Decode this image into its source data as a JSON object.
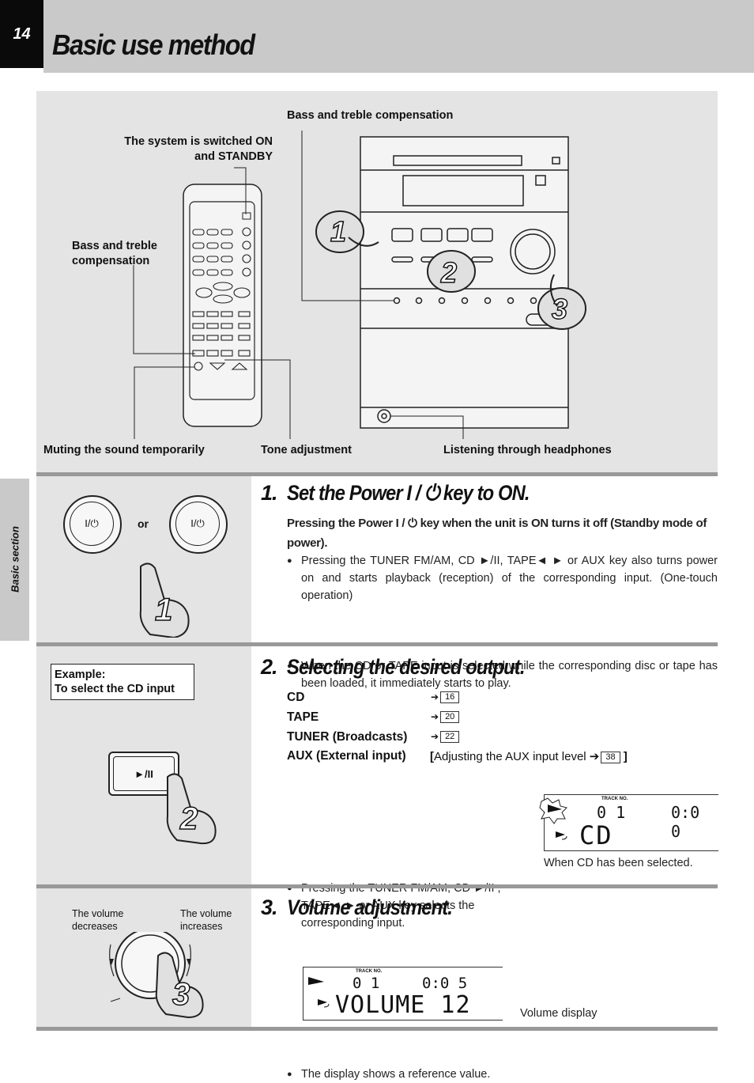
{
  "header": {
    "page_number": "14",
    "title": "Basic use method"
  },
  "side_tab": "Basic section",
  "diagram": {
    "label_power": "The system is switched ON and STANDBY",
    "label_bass_top": "Bass and treble compensation",
    "label_bass_left": "Bass and treble compensation",
    "label_muting": "Muting the sound temporarily",
    "label_tone": "Tone adjustment",
    "label_headphones": "Listening through headphones",
    "steps": [
      "1",
      "2",
      "3"
    ]
  },
  "step1": {
    "number": "1.",
    "title": "Set the Power I / ⏻ key to ON.",
    "or": "or",
    "key_label": "I/⏻",
    "lead": "Pressing the Power I / ⏻ key when the unit is ON turns it off (Standby mode of power).",
    "bullet1": "Pressing the TUNER FM/AM, CD ►/II, TAPE◄ ► or AUX key also turns power on and starts playback (reception) of the corresponding input. (One-touch operation)",
    "bullet2": "When the CD or TAPE input is selected while the corresponding disc or tape has been loaded, it immediately starts to play."
  },
  "step2": {
    "number": "2.",
    "title": "Selecting the desired output.",
    "example": "Example:",
    "example2": "To select the CD input",
    "key_label": "►/II",
    "outputs": [
      {
        "name": "CD",
        "ref": "16"
      },
      {
        "name": "TAPE",
        "ref": "20"
      },
      {
        "name": "TUNER (Broadcasts)",
        "ref": "22"
      },
      {
        "name": "AUX (External input)",
        "ref": "38"
      }
    ],
    "aux_note": "Adjusting the AUX input level",
    "bullet": "Pressing the TUNER FM/AM, CD ►/II , TAPE◄ ► or AUX key  selects the corresponding input.",
    "display_track_label": "TRACK NO.",
    "display_track": "0 1",
    "display_time": "0:0 0",
    "display_main": "CD",
    "caption": "When CD has been selected."
  },
  "step3": {
    "number": "3.",
    "title": "Volume adjustment.",
    "label_decrease": "The volume decreases",
    "label_increase": "The volume increases",
    "bullet": "The display shows a reference value.",
    "display_track_label": "TRACK NO.",
    "display_track": "0 1",
    "display_time": "0:0 5",
    "display_main": "VOLUME 12",
    "caption": "Volume display"
  }
}
